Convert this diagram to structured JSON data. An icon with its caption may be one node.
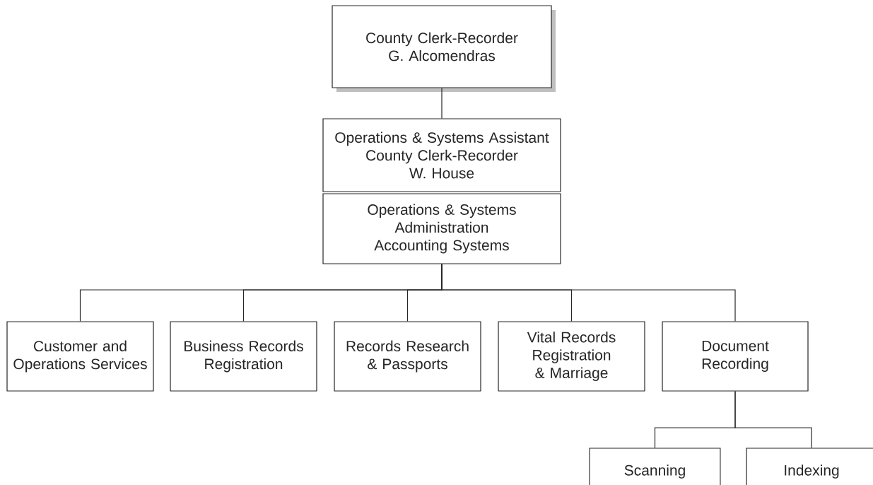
{
  "diagram": {
    "nodes": [
      {
        "text": [
          "County Clerk-Recorder",
          "G. Alcomendras"
        ]
      },
      {
        "text": [
          "Operations & Systems Assistant County Clerk-Recorder",
          "W. House"
        ]
      },
      {
        "text": [
          "Operations & Systems",
          "Administration",
          "Accounting Systems"
        ]
      },
      {
        "text": [
          "Customer and Operations Services"
        ]
      },
      {
        "text": [
          "Business Records Registration"
        ]
      },
      {
        "text": [
          "Records Research & Passports"
        ]
      },
      {
        "text": [
          "Vital Records Registration & Marriage"
        ]
      },
      {
        "text": [
          "Document Recording"
        ]
      },
      {
        "text": [
          "Scanning"
        ]
      },
      {
        "text": [
          "Indexing"
        ]
      }
    ],
    "edges": [
      {
        "from": 0,
        "to": 1,
        "arrow": "none"
      },
      {
        "from": 2,
        "to": 3,
        "arrow": "none"
      },
      {
        "from": 2,
        "to": 4,
        "arrow": "none"
      },
      {
        "from": 2,
        "to": 5,
        "arrow": "none"
      },
      {
        "from": 2,
        "to": 6,
        "arrow": "none"
      },
      {
        "from": 2,
        "to": 7,
        "arrow": "none"
      },
      {
        "from": 7,
        "to": 8,
        "arrow": "none"
      },
      {
        "from": 7,
        "to": 9,
        "arrow": "none"
      }
    ]
  }
}
